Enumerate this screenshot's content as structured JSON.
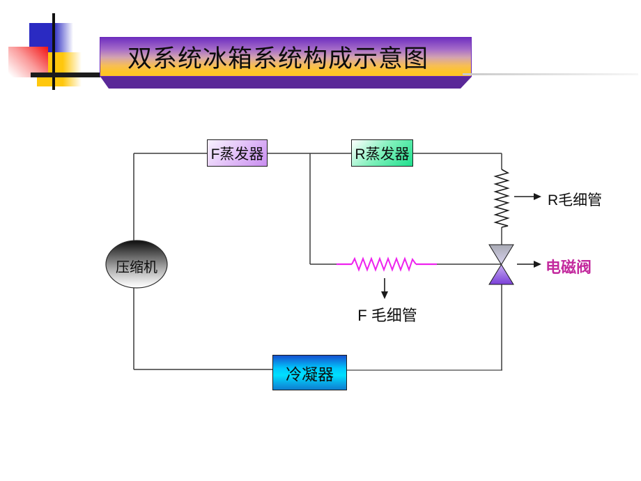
{
  "title_banner": {
    "text": "双系统冰箱系统构成示意图"
  },
  "diagram": {
    "compressor_label": "压缩机",
    "f_evaporator_label": "F蒸发器",
    "r_evaporator_label": "R蒸发器",
    "condenser_label": "冷凝器",
    "r_capillary_label": "R毛细管",
    "solenoid_valve_label": "电磁阀",
    "f_capillary_label": "F 毛细管"
  },
  "colors": {
    "banner_gradient_top": "#6f2fc0",
    "banner_gradient_bottom": "#ffc526",
    "banner_shadow": "#5a2898",
    "f_evaporator_fill": "#c98ef0",
    "r_evaporator_fill": "#1fe08e",
    "condenser_fill": "#00d9ff",
    "f_capillary_line": "#ee22ee",
    "solenoid_label_color": "#c32a9e",
    "valve_lower_fill": "#7a3fd8",
    "decoration_blue": "#2a2ac2",
    "decoration_red": "#f21313",
    "decoration_yellow": "#ffc70d"
  }
}
